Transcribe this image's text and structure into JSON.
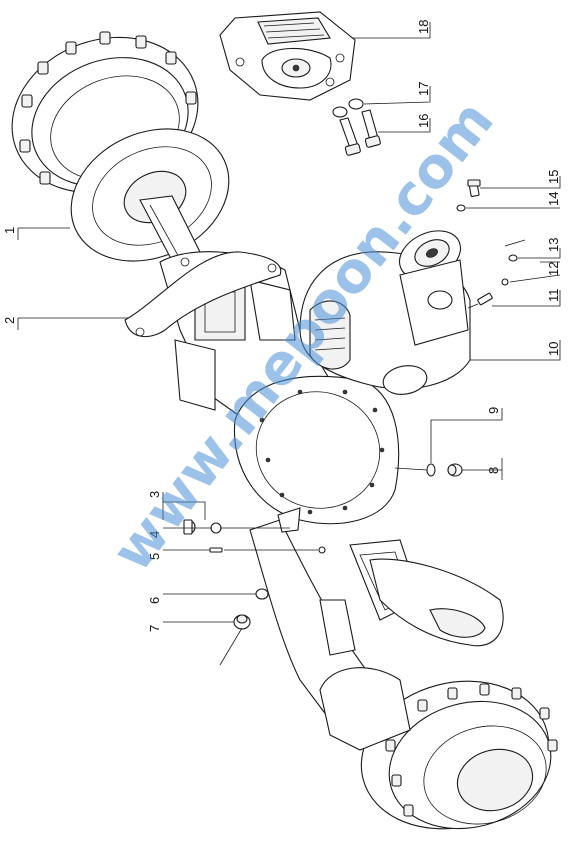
{
  "callouts": [
    {
      "num": "1"
    },
    {
      "num": "2"
    },
    {
      "num": "3"
    },
    {
      "num": "4"
    },
    {
      "num": "5"
    },
    {
      "num": "6"
    },
    {
      "num": "7"
    },
    {
      "num": "8"
    },
    {
      "num": "9"
    },
    {
      "num": "10"
    },
    {
      "num": "11"
    },
    {
      "num": "12"
    },
    {
      "num": "13"
    },
    {
      "num": "14"
    },
    {
      "num": "15"
    },
    {
      "num": "16"
    },
    {
      "num": "17"
    },
    {
      "num": "18"
    }
  ],
  "watermark": {
    "text": "www.mepoon.com",
    "color": "#4a90d9"
  }
}
